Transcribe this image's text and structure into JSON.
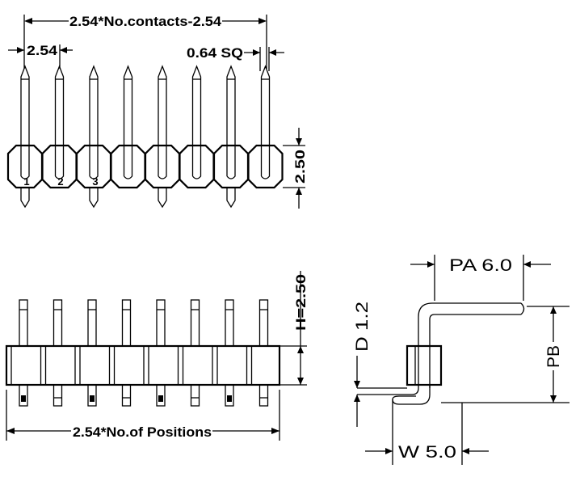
{
  "top_view": {
    "overall_dim": "2.54*No.contacts-2.54",
    "pitch_dim": "2.54",
    "pin_size_dim": "0.64 SQ",
    "height_dim": "2.50",
    "pin_numbers": [
      "1",
      "2",
      "3"
    ],
    "pin_count": 8
  },
  "front_view": {
    "height_dim": "H=2.50",
    "overall_dim": "2.54*No.of Positions",
    "pin_count": 8
  },
  "side_view": {
    "pa_dim": "PA  6.0",
    "pb_dim": "PB",
    "d_dim": "D  1.2",
    "w_dim": "W  5.0"
  }
}
